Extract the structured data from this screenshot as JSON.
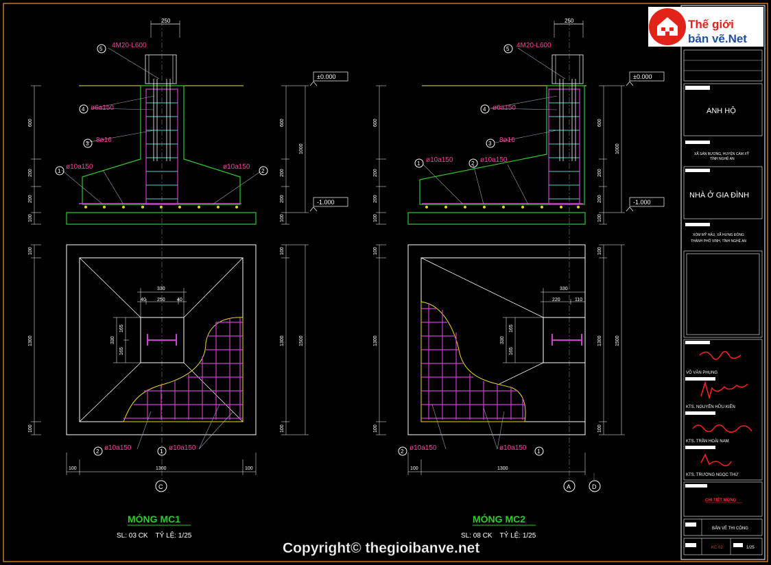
{
  "logo": {
    "line1": "Thế giới",
    "line2": "bản vẽ.Net",
    "colors": {
      "red": "#e2231a",
      "blue": "#1f4fa3"
    }
  },
  "mc1": {
    "dim_top": "250",
    "bolt_label": "4M20-L600",
    "elev_top": "±0.000",
    "elev_bottom": "-1.000",
    "rebar_stirrup": "ø6a150",
    "rebar_main": "8ø16",
    "rebar_left": "ø10a150",
    "rebar_right": "ø10a150",
    "tag5": "5",
    "tag4": "4",
    "tag3": "3",
    "tag1": "1",
    "tag2": "2",
    "left_dims": [
      "600",
      "200",
      "200",
      "100"
    ],
    "right_dims": [
      "600",
      "200",
      "200",
      "100"
    ],
    "right_total": "1000",
    "plan_top_total": "330",
    "plan_top_parts": [
      "40",
      "250",
      "40"
    ],
    "plan_col_total": "330",
    "plan_col_parts": [
      "165",
      "165"
    ],
    "plan_left_dims": [
      "100",
      "1300",
      "100"
    ],
    "plan_right_total": "1500",
    "bottom_dims": [
      "100",
      "1300",
      "100"
    ],
    "plan_rebar_left": "ø10a150",
    "plan_rebar_right": "ø10a150",
    "plan_tag_left": "2",
    "plan_tag_right": "1",
    "axis": "C",
    "title": "MÓNG MC1",
    "subtitle": "SL: 03 CK    TỶ LỆ: 1/25"
  },
  "mc2": {
    "dim_top": "250",
    "bolt_label": "4M20-L600",
    "elev_top": "±0.000",
    "elev_bottom": "-1.000",
    "rebar_stirrup": "ø6a150",
    "rebar_main": "8ø16",
    "rebar_left": "ø10a150",
    "rebar_right": "ø10a150",
    "tag5": "5",
    "tag4": "4",
    "tag3": "3",
    "tag1": "1",
    "tag2": "2",
    "left_dims": [
      "600",
      "200",
      "200",
      "100"
    ],
    "right_dims": [
      "600",
      "200",
      "200",
      "100"
    ],
    "right_total": "1000",
    "plan_top_total": "330",
    "plan_top_parts": [
      "220",
      "110"
    ],
    "plan_col_total": "330",
    "plan_col_parts": [
      "165",
      "165"
    ],
    "plan_left_dims": [
      "100",
      "1300",
      "100"
    ],
    "plan_right_total": "1500",
    "bottom_dims": [
      "100",
      "1300"
    ],
    "plan_rebar_left": "ø10a150",
    "plan_rebar_right": "ø10a150",
    "plan_tag_left": "2",
    "plan_tag_right": "1",
    "axis_left": "A",
    "axis_right": "D",
    "title": "MÓNG MC2",
    "subtitle": "SL: 08 CK    TỶ LỆ: 1/25"
  },
  "title_block": {
    "owner": "ANH HỘ",
    "address1": "XÃ SẢN BƯƠNG, HUYỆN CẨM XỸ",
    "address2": "TỈNH NGHỆ AN",
    "project": "NHÀ Ở GIA ĐÌNH",
    "location1": "XÓM MỸ HẬU, XÃ HƯNG ĐÔNG",
    "location2": "THÀNH PHỐ VINH, TỈNH NGHỆ AN",
    "person1": "VÕ VĂN PHỤNG",
    "person2": "KTS. NGUYỄN HỮU KIÊN",
    "person3": "KTS. TRẦN HOÀI NAM",
    "person4": "KTS. TRƯƠNG NGỌC THỨ",
    "sheet_title": "CHI TIẾT MÓNG",
    "drawing_type": "BẢN VẼ THI CÔNG",
    "sheet_no": "KC 02",
    "scale": "1/25"
  },
  "copyright": "Copyright© thegioibanve.net"
}
